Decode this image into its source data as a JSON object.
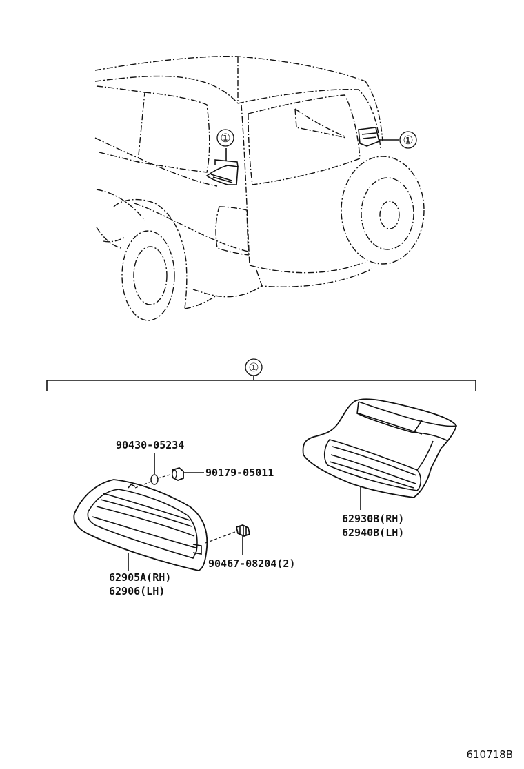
{
  "diagram": {
    "callout_symbol": "①",
    "group_marker": "①",
    "parts": {
      "washer": "90430-05234",
      "nut": "90179-05011",
      "clip": "90467-08204(2)",
      "outer_rh": "62905A(RH)",
      "outer_lh": "62906(LH)",
      "inner_rh": "62930B(RH)",
      "inner_lh": "62940B(LH)"
    },
    "reference_code": "610718B"
  }
}
